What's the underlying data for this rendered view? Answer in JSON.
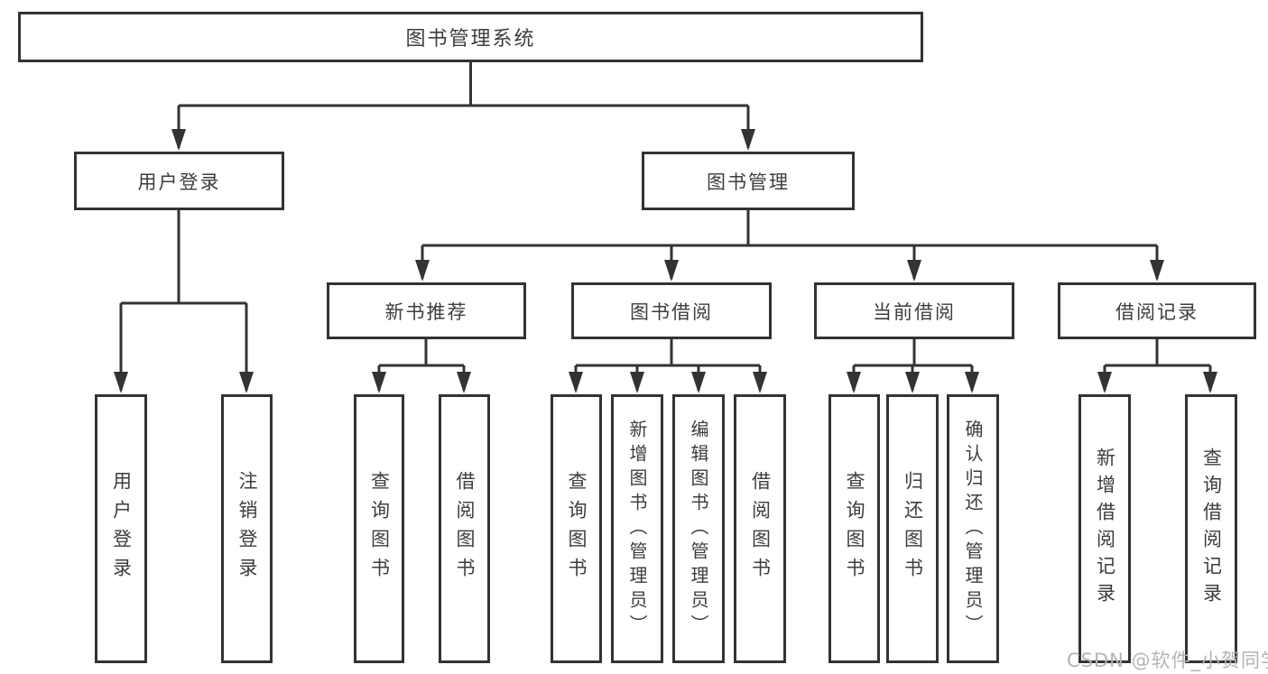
{
  "diagram_title": "图书管理系统",
  "nodes": {
    "root": "图书管理系统",
    "user_login": "用户登录",
    "book_mgmt": "图书管理",
    "new_books": "新书推荐",
    "book_borrow": "图书借阅",
    "current_borrow": "当前借阅",
    "borrow_records": "借阅记录",
    "leaf_user_login": "用户登录",
    "leaf_logout": "注销登录",
    "leaf_nb_query": "查询图书",
    "leaf_nb_borrow": "借阅图书",
    "leaf_bb_query": "查询图书",
    "leaf_bb_add": "新增图书（管理员）",
    "leaf_bb_edit": "编辑图书（管理员）",
    "leaf_bb_borrow": "借阅图书",
    "leaf_cb_query": "查询图书",
    "leaf_cb_return": "归还图书",
    "leaf_cb_confirm": "确认归还（管理员）",
    "leaf_br_add": "新增借阅记录",
    "leaf_br_query": "查询借阅记录"
  },
  "hierarchy": {
    "图书管理系统": {
      "用户登录": [
        "用户登录",
        "注销登录"
      ],
      "图书管理": {
        "新书推荐": [
          "查询图书",
          "借阅图书"
        ],
        "图书借阅": [
          "查询图书",
          "新增图书（管理员）",
          "编辑图书（管理员）",
          "借阅图书"
        ],
        "当前借阅": [
          "查询图书",
          "归还图书",
          "确认归还（管理员）"
        ],
        "借阅记录": [
          "新增借阅记录",
          "查询借阅记录"
        ]
      }
    }
  },
  "watermark": "CSDN @软件_小贺同学",
  "colors": {
    "line": "#333333",
    "text": "#3d3d3d",
    "watermark": "#b3b3b3",
    "background": "#ffffff"
  }
}
